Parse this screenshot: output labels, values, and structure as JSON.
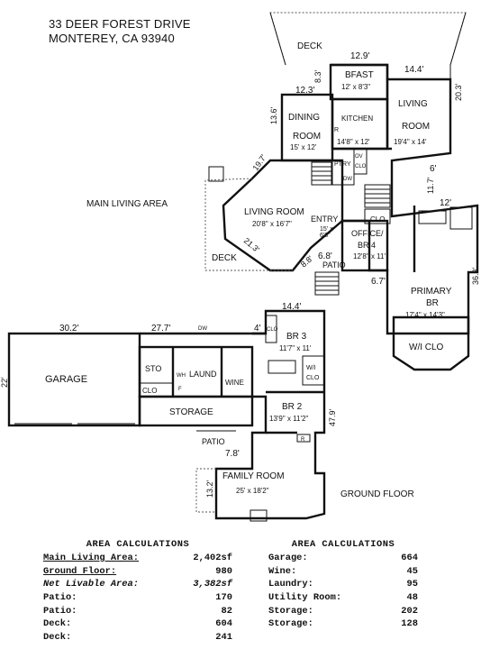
{
  "address": {
    "line1": "33 DEER FOREST DRIVE",
    "line2": "MONTEREY, CA  93940"
  },
  "labels": {
    "deck_top": "DECK",
    "bfast": "BFAST",
    "bfast_dim": "12' x 8'3\"",
    "living": "LIVING",
    "living2": "ROOM",
    "living_dim": "19'4\" x 14'",
    "dining": "DINING",
    "dining2": "ROOM",
    "dining_dim": "15' x 12'",
    "kitchen": "KITCHEN",
    "kitchen_dim": "14'8\" x 12'",
    "main_living_area": "MAIN LIVING AREA",
    "living_room": "LIVING ROOM",
    "living_room_dim": "20'8\" x 16'7\"",
    "entry": "ENTRY",
    "entry_dim1": "15' x",
    "entry_dim2": "6'8\"",
    "pantry": "PTRY",
    "ov": "OV",
    "clo_kitchen": "CLO",
    "dw_kitchen": "DW",
    "r_kitchen": "R",
    "office": "OFFICE/",
    "office2": "BR 4",
    "office_dim": "12'8\" x 11'",
    "clo_office": "CLO",
    "deck_left": "DECK",
    "patio_mid": "PATIO",
    "primary": "PRIMARY",
    "primary2": "BR",
    "primary_dim": "17'4\" x 14'3\"",
    "wi_clo_primary": "W/I CLO",
    "garage": "GARAGE",
    "sto": "STO",
    "laund": "LAUND",
    "wine": "WINE",
    "clo_garage": "CLO",
    "storage": "STORAGE",
    "dw_garage": "DW",
    "wh": "WH",
    "f": "F",
    "br3": "BR 3",
    "br3_dim": "11'7\" x 11'",
    "clo_br3": "CLO",
    "wi_clo_br": "W/I",
    "wi_clo_br2": "CLO",
    "br2": "BR 2",
    "br2_dim": "13'9\" x 11'2\"",
    "r_family": "R",
    "patio_low": "PATIO",
    "family": "FAMILY ROOM",
    "family_dim": "25' x 18'2\"",
    "ground_floor": "GROUND FLOOR"
  },
  "dimensions": {
    "d129": "12.9'",
    "d144": "14.4'",
    "d83": "8.3'",
    "d123": "12.3'",
    "d203": "20.3'",
    "d136": "13.6'",
    "d197": "19.7'",
    "d117": "11.7'",
    "d6": "6'",
    "d12": "12'",
    "d213": "21.3'",
    "d88": "8.8'",
    "d68": "6.8'",
    "d67": "6.7'",
    "d363": "36.3'",
    "d302": "30.2'",
    "d277": "27.7'",
    "d4": "4'",
    "d144b": "14.4'",
    "d22": "22'",
    "d479": "47.9'",
    "d78": "7.8'",
    "d132": "13.2'"
  },
  "area_left": {
    "title": "AREA CALCULATIONS",
    "rows": [
      {
        "label": "Main Living Area:",
        "value": "2,402sf",
        "style": "u"
      },
      {
        "label": "Ground Floor:",
        "value": "980",
        "style": "u"
      },
      {
        "label": "Net Livable Area:",
        "value": "3,382sf",
        "style": "i"
      },
      {
        "label": "Patio:",
        "value": "170",
        "style": ""
      },
      {
        "label": "Patio:",
        "value": "82",
        "style": ""
      },
      {
        "label": "Deck:",
        "value": "604",
        "style": ""
      },
      {
        "label": "Deck:",
        "value": "241",
        "style": ""
      }
    ]
  },
  "area_right": {
    "title": "AREA CALCULATIONS",
    "rows": [
      {
        "label": "Garage:",
        "value": "664"
      },
      {
        "label": "Wine:",
        "value": "45"
      },
      {
        "label": "Laundry:",
        "value": "95"
      },
      {
        "label": "Utility Room:",
        "value": "48"
      },
      {
        "label": "Storage:",
        "value": "202"
      },
      {
        "label": "Storage:",
        "value": "128"
      }
    ]
  }
}
